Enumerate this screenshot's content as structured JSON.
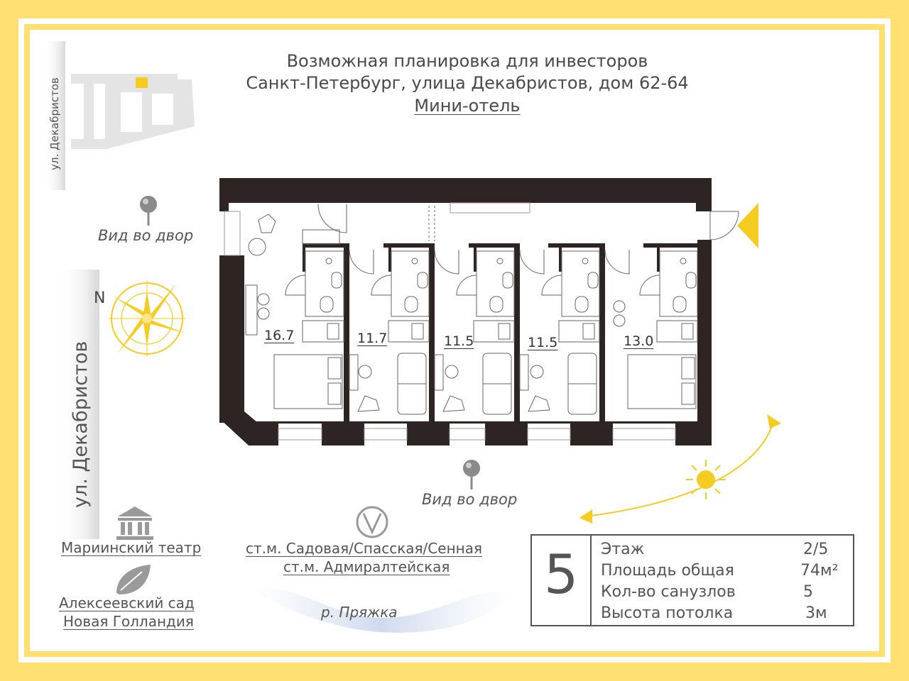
{
  "colors": {
    "frame": "#ffe071",
    "wall": "#2e2424",
    "accent": "#f5cc1f",
    "text": "#555555"
  },
  "header": {
    "line1": "Возможная планировка для инвесторов",
    "line2": "Санкт-Петербург, улица Декабристов, дом 62-64",
    "line3": "Мини-отель"
  },
  "street_label_top": "ул. Декабристов",
  "street_label_side": "ул. Декабристов",
  "compass_label": "N",
  "view_labels": [
    "Вид во двор",
    "Вид во двор"
  ],
  "rooms": [
    "16.7",
    "11.7",
    "11.5",
    "11.5",
    "13.0"
  ],
  "landmarks": {
    "theatre": "Мариинский театр",
    "garden_line1": "Алексеевский сад",
    "garden_line2": "Новая Голландия",
    "metro_line1": "ст.м. Садовая/Спасская/Сенная",
    "metro_line2": "ст.м. Адмиралтейская",
    "river": "р. Пряжка"
  },
  "icons": [
    "location-pin-icon",
    "compass-rose-icon",
    "sun-icon",
    "building-columns-icon",
    "leaf-icon",
    "metro-icon"
  ],
  "info": {
    "number": "5",
    "rows": [
      {
        "label": "Этаж",
        "value": "2/5"
      },
      {
        "label": "Площадь общая",
        "value": "74м²"
      },
      {
        "label": "Кол-во санузлов",
        "value": "5"
      },
      {
        "label": "Высота потолка",
        "value": "3м"
      }
    ]
  }
}
